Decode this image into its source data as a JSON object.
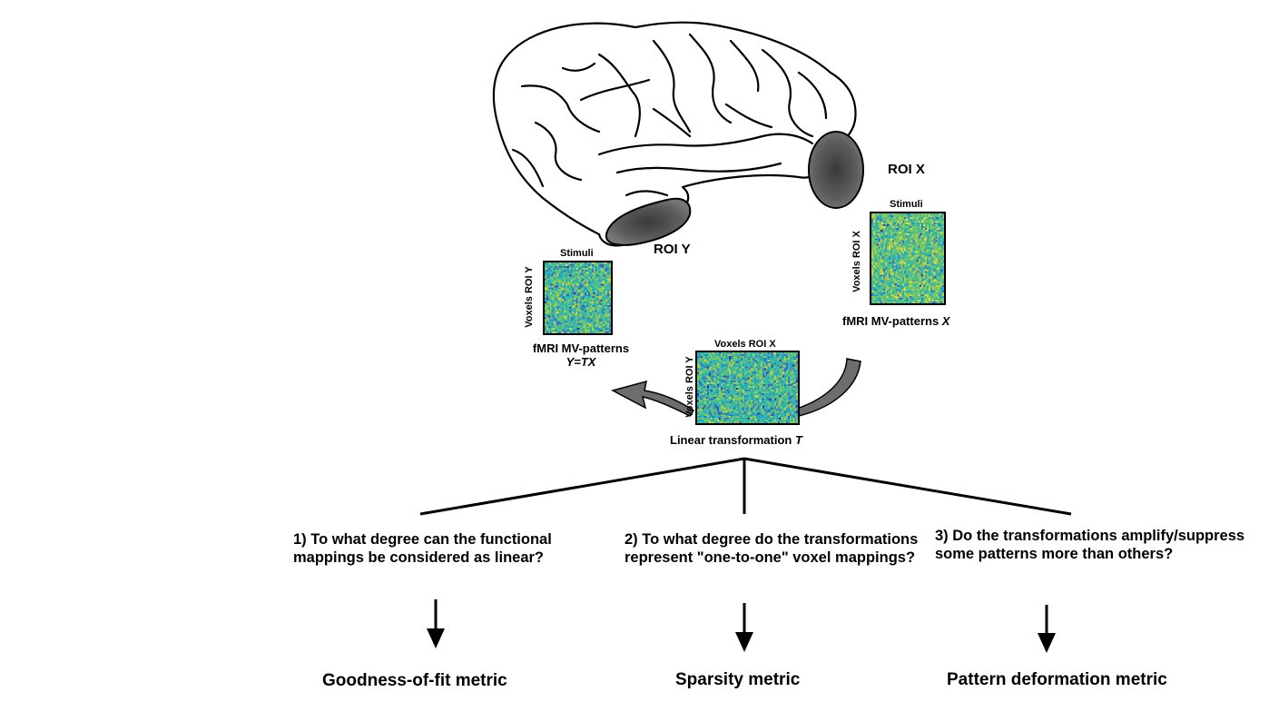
{
  "brain": {
    "roi_x_label": "ROI X",
    "roi_y_label": "ROI Y",
    "roi_fill_color": "#5e5e5e"
  },
  "panel_x": {
    "top_label": "Stimuli",
    "side_label": "Voxels ROI X",
    "caption_main": "fMRI MV-patterns ",
    "caption_var": "X"
  },
  "panel_y": {
    "top_label": "Stimuli",
    "side_label": "Voxels ROI Y",
    "caption_line1": "fMRI MV-patterns",
    "caption_line2": "Y=TX"
  },
  "panel_t": {
    "top_label": "Voxels ROI X",
    "side_label": "Voxels ROI Y",
    "caption_main": "Linear transformation ",
    "caption_var": "T"
  },
  "heatmap_colors": [
    "#3f2aa0",
    "#2e6fd6",
    "#23a8c6",
    "#3fbf9a",
    "#7fc95a",
    "#c4cf3a",
    "#f2e12a"
  ],
  "questions": [
    {
      "text": "1) To what degree can the functional mappings be considered as linear?",
      "metric": "Goodness-of-fit metric"
    },
    {
      "text": "2) To what degree do the transformations represent \"one-to-one\" voxel mappings?",
      "metric": "Sparsity metric"
    },
    {
      "text": "3) Do the transformations amplify/suppress some patterns more than others?",
      "metric": "Pattern deformation metric"
    }
  ]
}
